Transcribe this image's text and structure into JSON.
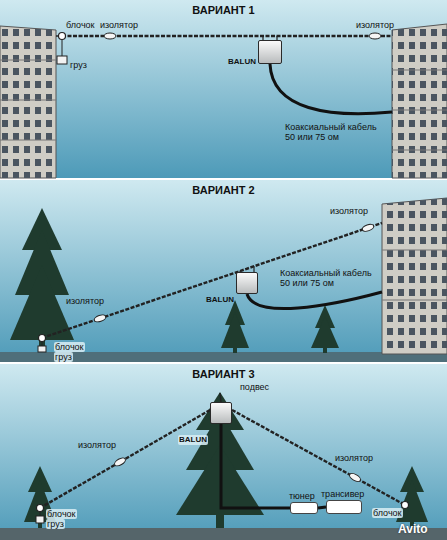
{
  "diagram": {
    "nodes": [
      {
        "text": [
          "ВАРИАНТ 1"
        ]
      },
      {
        "text": [
          "BALUN"
        ],
        "in": 0
      },
      {
        "text": [
          "ВАРИАНТ 2"
        ]
      },
      {
        "text": [
          "BALUN"
        ],
        "in": 2
      },
      {
        "text": [
          "ВАРИАНТ 3"
        ]
      },
      {
        "text": [
          "BALUN"
        ],
        "in": 4
      },
      {
        "text": [
          "тюнер"
        ],
        "in": 4
      },
      {
        "text": [
          "трансивер"
        ],
        "in": 4
      }
    ],
    "edges": [
      {
        "from": 5,
        "to": 6,
        "arrow": "none"
      },
      {
        "from": 6,
        "to": 7,
        "arrow": "none"
      }
    ],
    "labels": [
      "блочок",
      "изолятор",
      "груз",
      "изолятор",
      "Коаксиальный кабель 50 или 75 ом",
      "изолятор",
      "блочок",
      "груз",
      "изолятор",
      "Коаксиальный кабель 50 или 75 ом",
      "подвес",
      "изолятор",
      "блочок",
      "груз",
      "изолятор",
      "блочок",
      "Avito"
    ]
  }
}
